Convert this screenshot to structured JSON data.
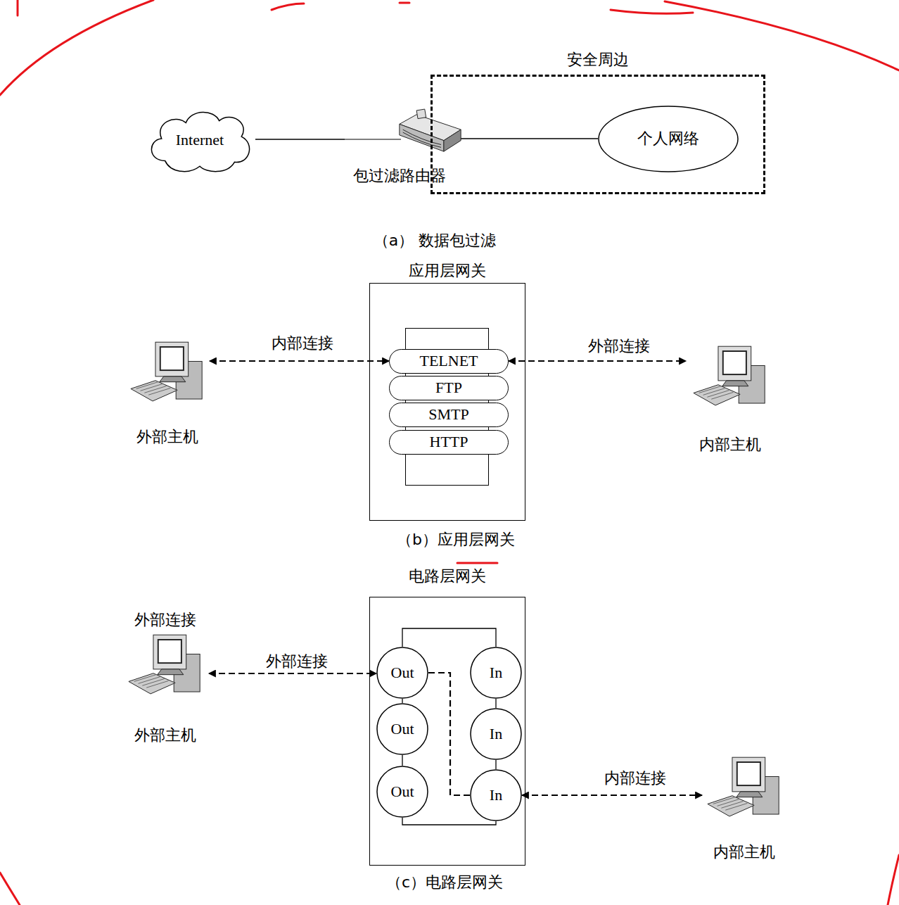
{
  "diagram": {
    "nodes": [
      {
        "text": [
          "Internet"
        ]
      },
      {
        "text": [
          "包过滤路由器"
        ]
      },
      {
        "text": [
          "安全周边"
        ]
      },
      {
        "text": [
          "个人网络"
        ],
        "in": 2
      },
      {
        "text": [
          "应用层网关"
        ]
      },
      {
        "text": [
          "TELNET"
        ],
        "in": 4
      },
      {
        "text": [
          "FTP"
        ],
        "in": 4
      },
      {
        "text": [
          "SMTP"
        ],
        "in": 4
      },
      {
        "text": [
          "HTTP"
        ],
        "in": 4
      },
      {
        "text": [
          "外部主机"
        ]
      },
      {
        "text": [
          "内部主机"
        ]
      },
      {
        "text": [
          "电路层网关"
        ]
      },
      {
        "text": [
          "Out"
        ],
        "in": 11
      },
      {
        "text": [
          "Out"
        ],
        "in": 11
      },
      {
        "text": [
          "Out"
        ],
        "in": 11
      },
      {
        "text": [
          "In"
        ],
        "in": 11
      },
      {
        "text": [
          "In"
        ],
        "in": 11
      },
      {
        "text": [
          "In"
        ],
        "in": 11
      },
      {
        "text": [
          "外部连接",
          "外部主机"
        ]
      },
      {
        "text": [
          "内部主机"
        ]
      }
    ],
    "edges": [
      {
        "from": 0,
        "to": 1,
        "arrow": "none"
      },
      {
        "from": 1,
        "to": 3,
        "arrow": "none"
      },
      {
        "from": 9,
        "to": 5,
        "label": "内部连接",
        "arrow": "both"
      },
      {
        "from": 5,
        "to": 10,
        "label": "外部连接",
        "arrow": "both"
      },
      {
        "from": 18,
        "to": 12,
        "label": "外部连接",
        "arrow": "both"
      },
      {
        "from": 12,
        "to": 17,
        "arrow": "none"
      },
      {
        "from": 17,
        "to": 19,
        "label": "内部连接",
        "arrow": "both"
      },
      {
        "from": 12,
        "to": 13,
        "arrow": "none"
      },
      {
        "from": 13,
        "to": 14,
        "arrow": "none"
      },
      {
        "from": 15,
        "to": 16,
        "arrow": "none"
      },
      {
        "from": 16,
        "to": 17,
        "arrow": "none"
      },
      {
        "from": 12,
        "to": 15,
        "arrow": "none"
      },
      {
        "from": 14,
        "to": 17,
        "arrow": "none"
      }
    ],
    "labels": [
      "（a） 数据包过滤",
      "（b）应用层网关",
      "（c）电路层网关"
    ]
  }
}
